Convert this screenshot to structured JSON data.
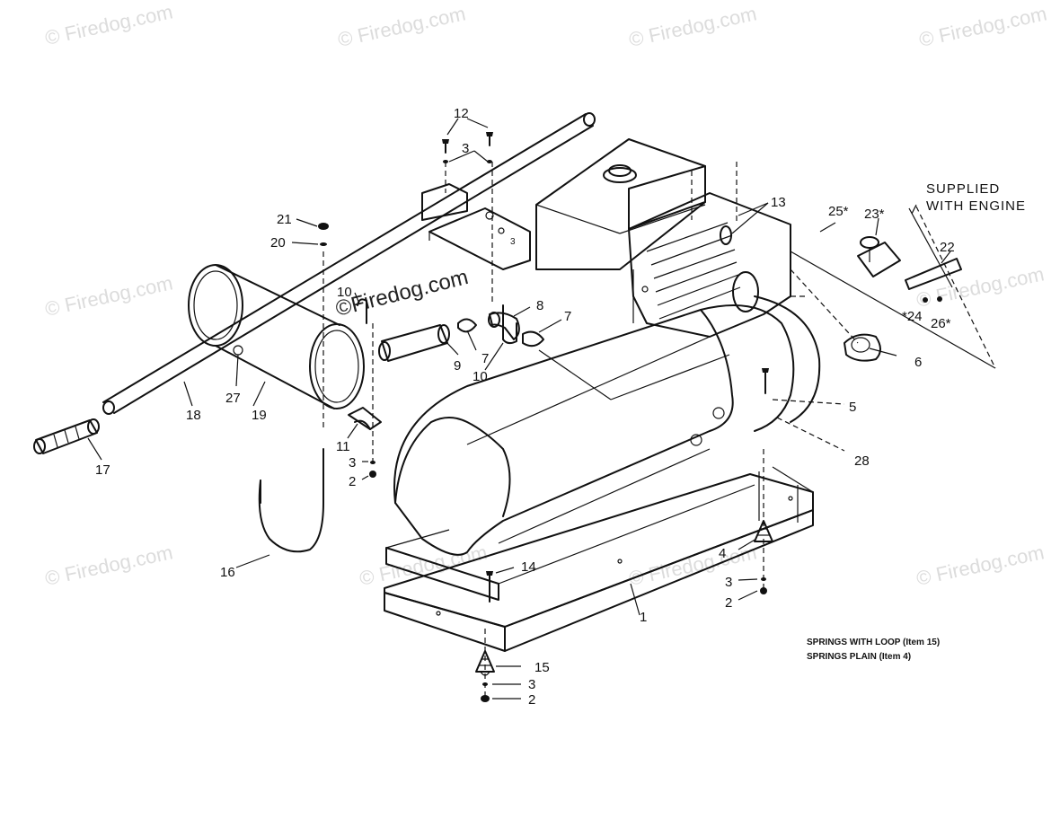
{
  "watermark": {
    "text": "© Firedog.com",
    "center_text": "©Firedog.com"
  },
  "callouts": {
    "c1": "1",
    "c2a": "2",
    "c2b": "2",
    "c2c": "2",
    "c3a": "3",
    "c3b": "3",
    "c3c": "3",
    "c3d": "3",
    "c3e": "3",
    "c4": "4",
    "c5": "5",
    "c6": "6",
    "c7a": "7",
    "c7b": "7",
    "c8": "8",
    "c9": "9",
    "c10a": "10",
    "c10b": "10",
    "c11": "11",
    "c12": "12",
    "c13": "13",
    "c14": "14",
    "c15": "15",
    "c16": "16",
    "c17": "17",
    "c18": "18",
    "c19": "19",
    "c20": "20",
    "c21": "21",
    "c22": "22",
    "c23": "23*",
    "c24": "*24",
    "c25": "25*",
    "c26": "26*",
    "c27": "27",
    "c28": "28"
  },
  "notes": {
    "supplied_line1": "SUPPLIED",
    "supplied_line2": "WITH ENGINE"
  },
  "legend": {
    "line1": "SPRINGS WITH LOOP (Item 15)",
    "line2": "SPRINGS PLAIN (Item 4)"
  }
}
